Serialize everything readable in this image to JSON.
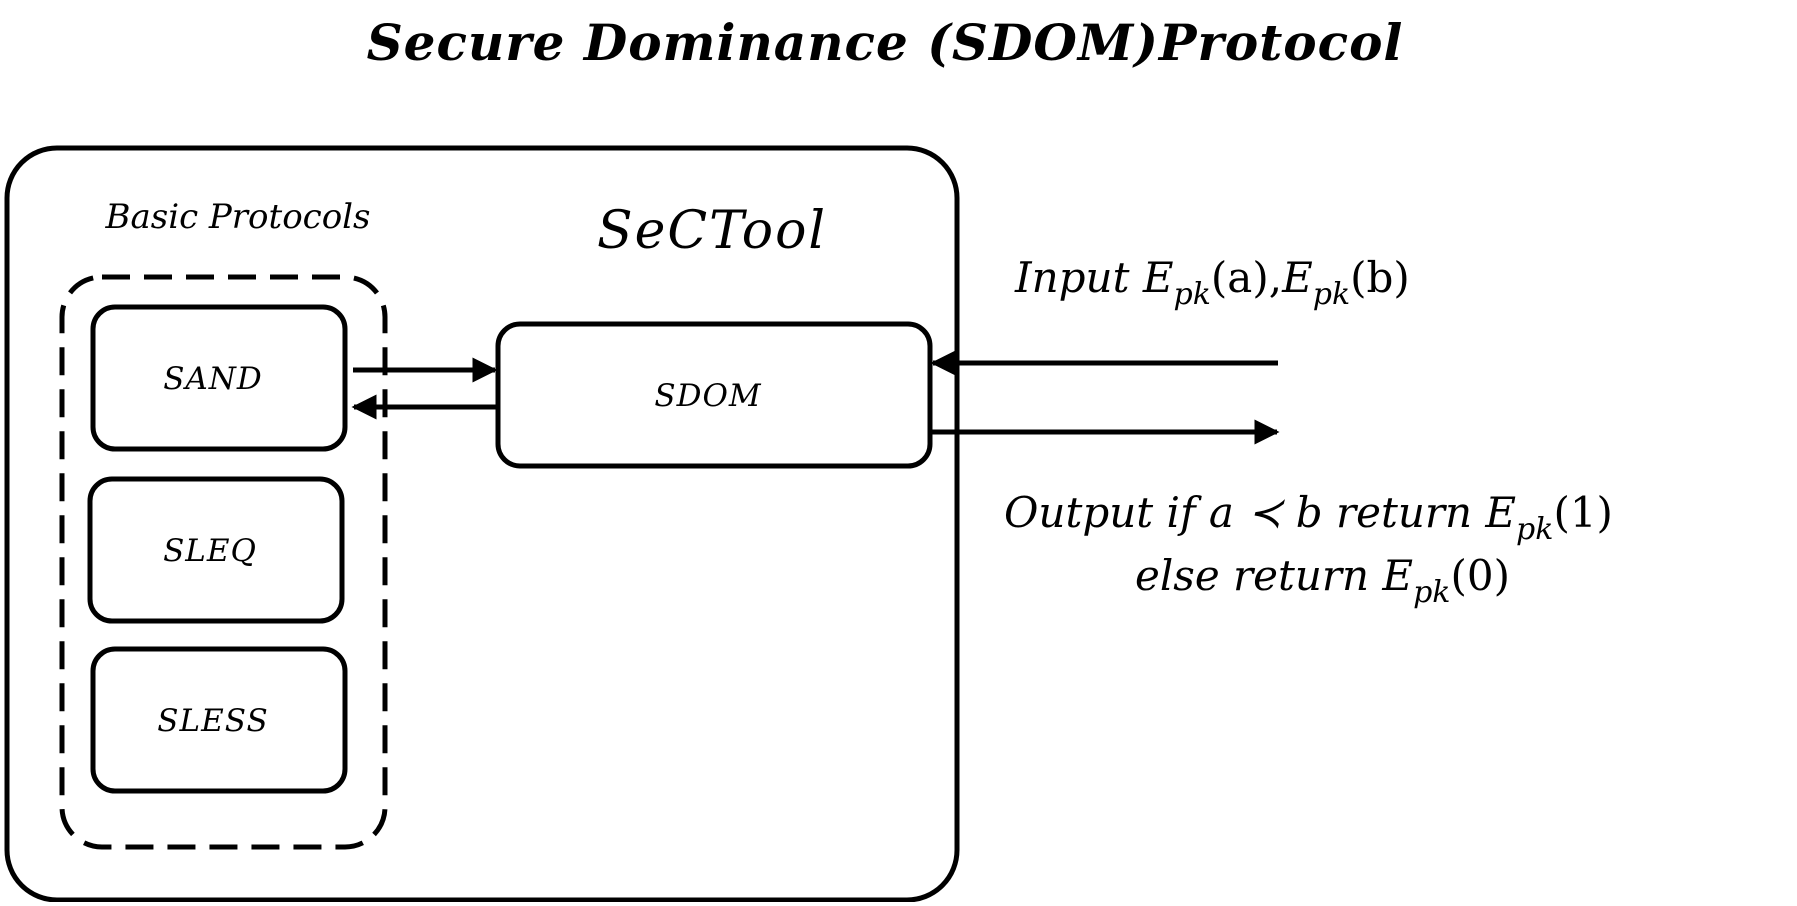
{
  "diagram": {
    "title": "Secure Dominance (SDOM)Protocol",
    "sectool": {
      "label": "SeCTool"
    },
    "basic_protocols": {
      "label": "Basic Protocols",
      "items": [
        "SAND",
        "SLEQ",
        "SLESS"
      ]
    },
    "sdom_box": {
      "label": "SDOM"
    },
    "input": {
      "prefix": "Input",
      "E": "E",
      "sub": "pk",
      "arg_a": "(a),",
      "arg_b": "(b)"
    },
    "output": {
      "line1_text": "Output if  a ≺ b return",
      "E": "E",
      "sub": "pk",
      "line1_arg": "(1)",
      "line2_text": "else return",
      "line2_arg": "(0)"
    },
    "connections": [
      {
        "from": "SAND",
        "to": "SDOM"
      },
      {
        "from": "SDOM",
        "to": "SAND"
      },
      {
        "from": "Input",
        "to": "SDOM"
      },
      {
        "from": "SDOM",
        "to": "Output"
      }
    ]
  }
}
